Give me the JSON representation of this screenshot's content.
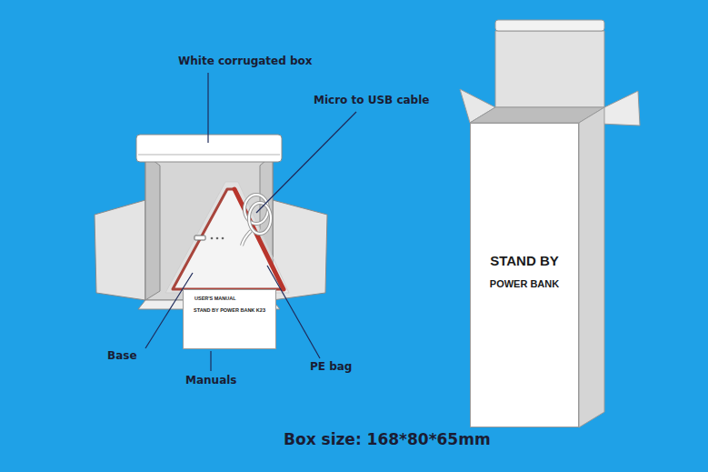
{
  "diagram": {
    "nodes": [
      {
        "text": [
          "USER'S MANUAL",
          "STAND BY POWER BANK K23"
        ]
      },
      {
        "text": [
          "STAND BY",
          "POWER BANK"
        ]
      }
    ],
    "labels": [
      "White corrugated box",
      "Micro to USB cable",
      "Base",
      "Manuals",
      "PE bag",
      "Box size: 168*80*65mm"
    ]
  }
}
